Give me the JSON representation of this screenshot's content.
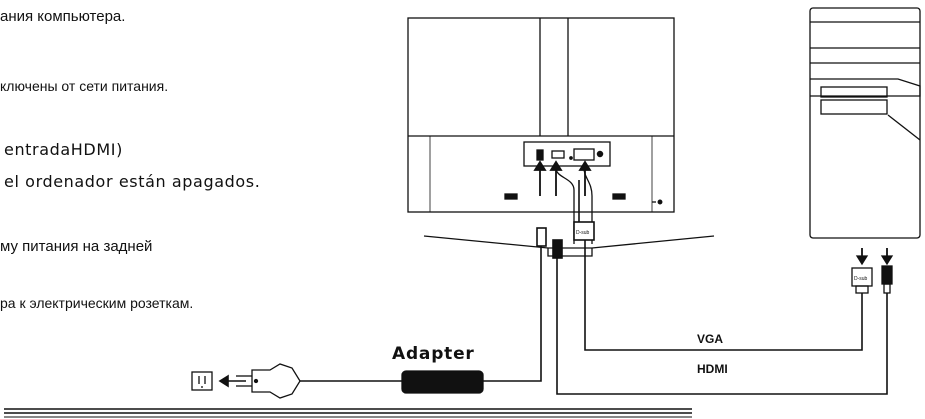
{
  "instructions": {
    "line1": "ания компьютера.",
    "line2": "ключены от сети питания.",
    "line3": "entradaHDMI)",
    "line4": "el ordenador están apagados.",
    "line5": "му питания на задней",
    "line6": "ра к электрическим розеткам."
  },
  "diagram": {
    "adapter_label": "Adapter",
    "vga_label": "VGA",
    "hdmi_label": "HDMI",
    "dsub_label": "D-sub"
  }
}
